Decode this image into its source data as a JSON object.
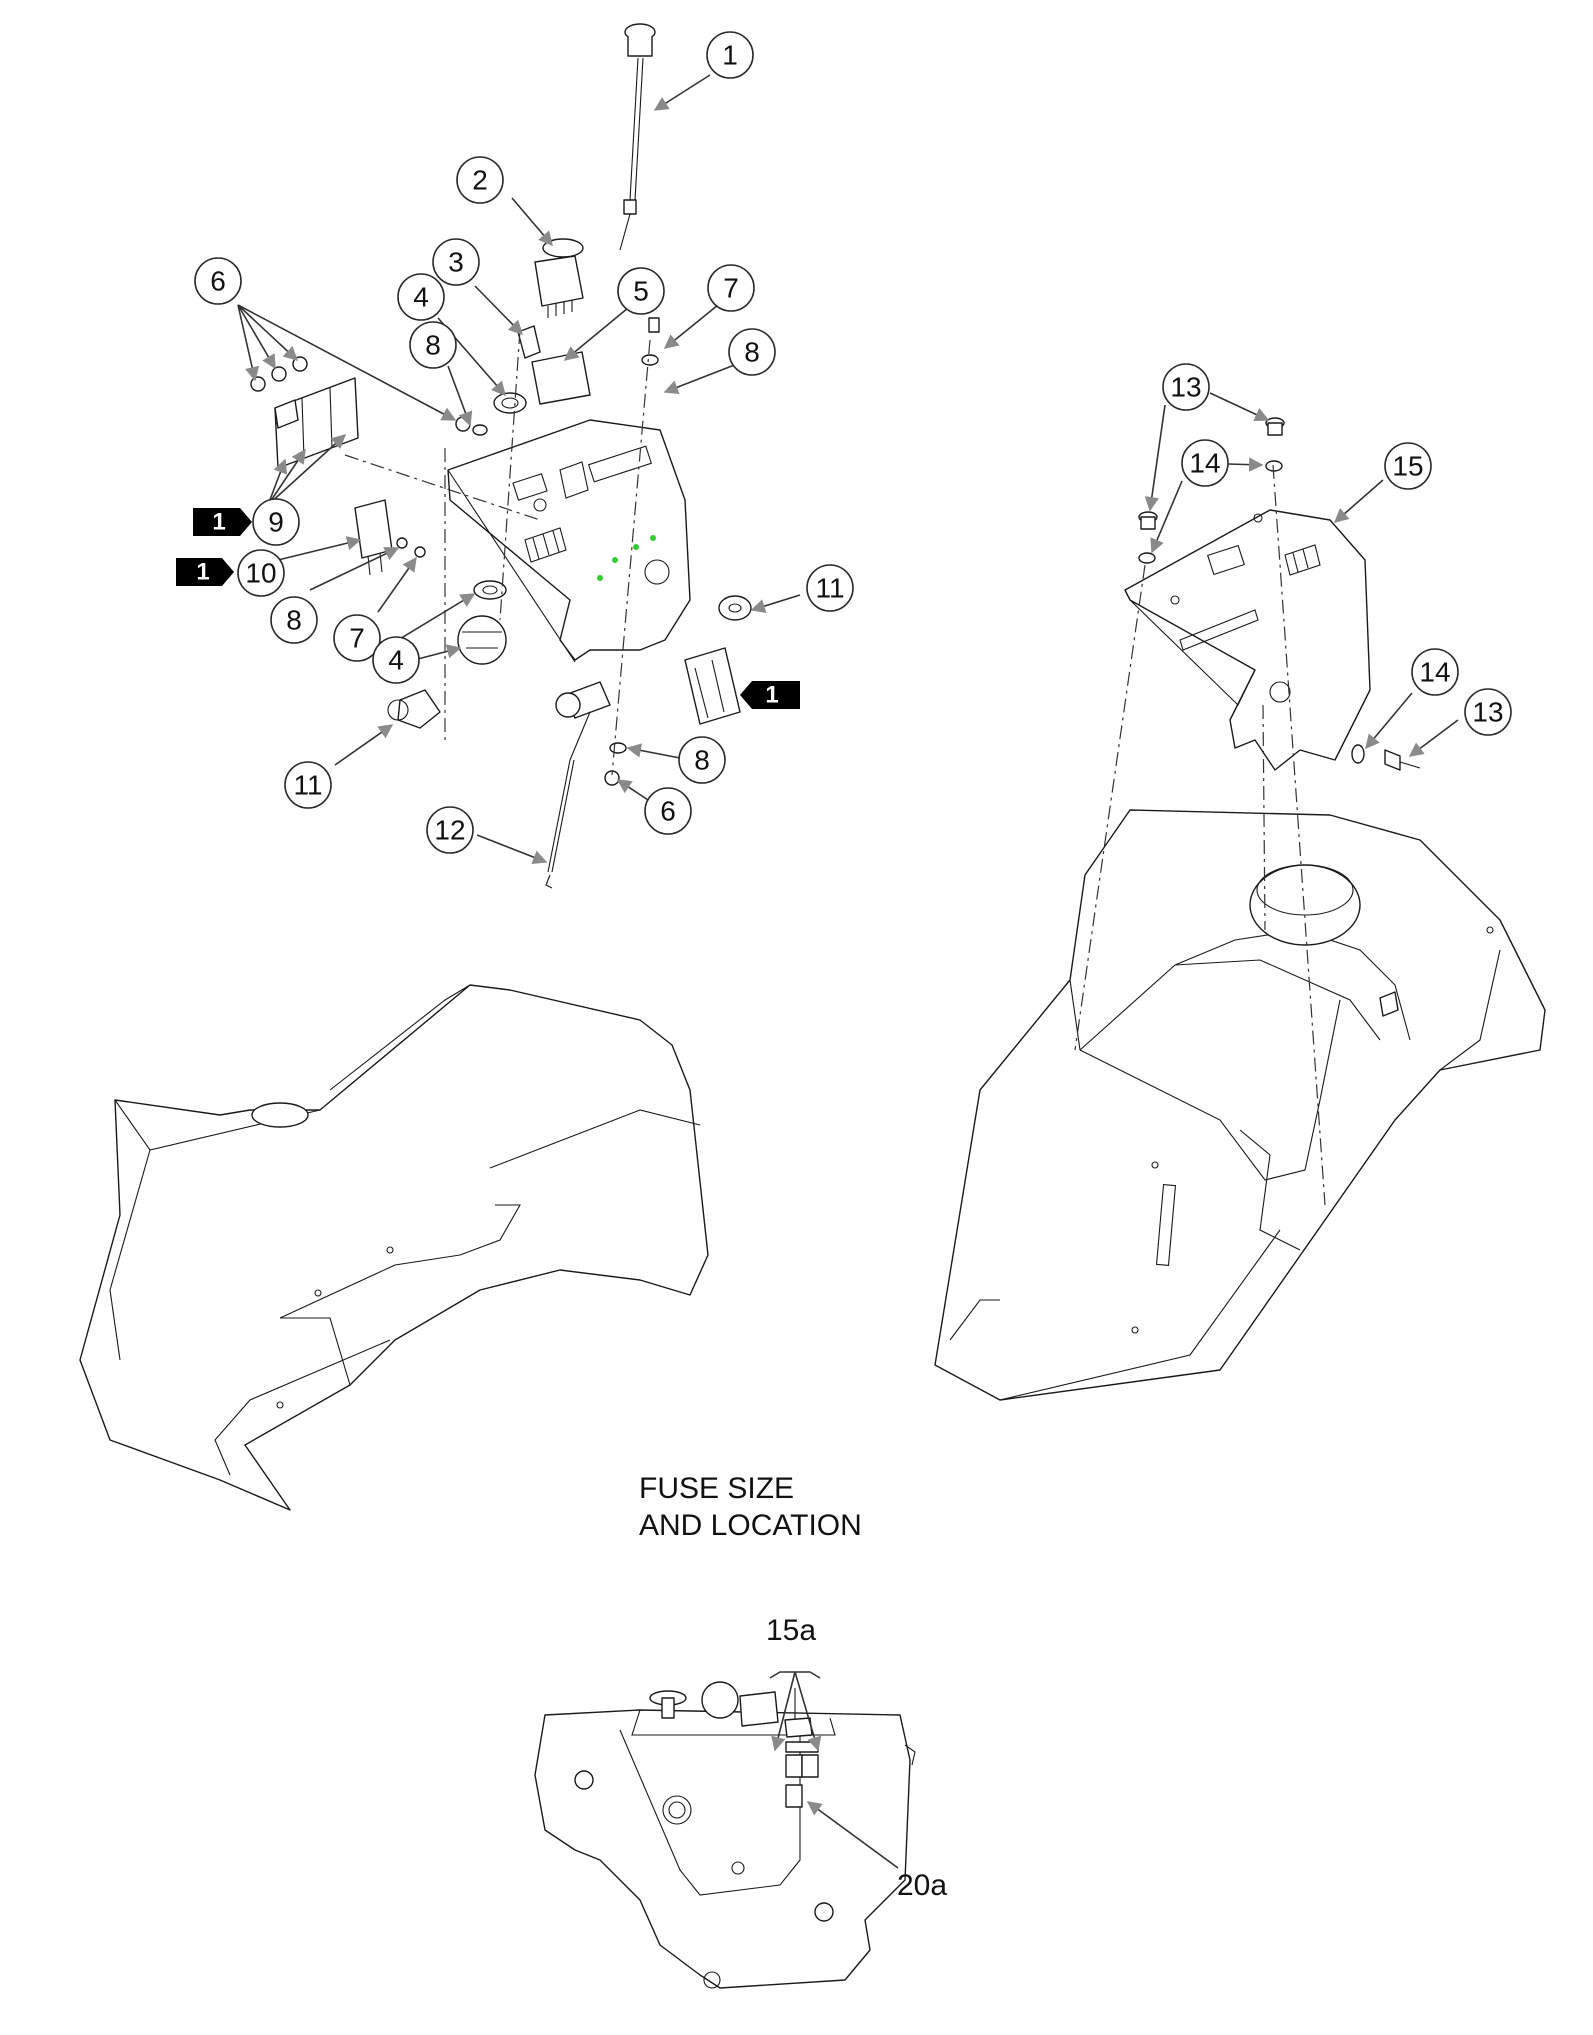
{
  "diagram": {
    "callouts": [
      "1",
      "2",
      "3",
      "4",
      "5",
      "6",
      "7",
      "8",
      "9",
      "10",
      "11",
      "12",
      "13",
      "14",
      "15"
    ],
    "reference_tag": "1",
    "caption_line1": "FUSE SIZE",
    "caption_line2": "AND LOCATION",
    "fuse_small": "15a",
    "fuse_large": "20a"
  }
}
